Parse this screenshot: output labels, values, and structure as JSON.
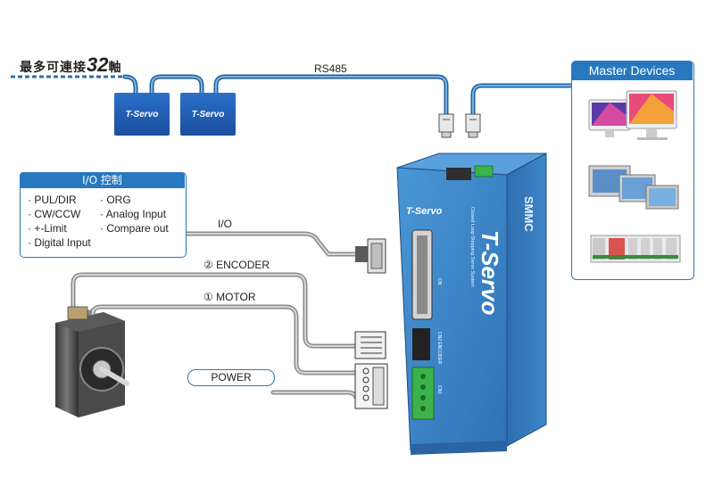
{
  "heading": {
    "prefix": "最多可連接",
    "number": "32",
    "suffix": "軸"
  },
  "bus_label": "RS485",
  "drive_brand": "T-Servo",
  "drive_model": "SMMC",
  "drive_subtitle": "Closed Loop Stepping Servo System",
  "drive_connectors": {
    "cn": "CN",
    "cn2": "CN2 ENCODER",
    "cn1": "CN1"
  },
  "io": {
    "title": "I/O 控制",
    "items_left": [
      "PUL/DIR",
      "CW/CCW",
      "+-Limit",
      "Digital Input"
    ],
    "items_right": [
      "ORG",
      "Analog Input",
      "Compare out"
    ]
  },
  "cables": {
    "io": "I/O",
    "encoder": "② ENCODER",
    "motor": "① MOTOR",
    "power": "POWER"
  },
  "master": {
    "title": "Master Devices",
    "devices": [
      "computer-icon",
      "hmi-touch-panel-icon",
      "plc-icon"
    ]
  },
  "colors": {
    "accent": "#2878c0",
    "drive_blue": "#3a86c8",
    "connector_green": "#3cb34a",
    "cable_gray": "#9a9a9a"
  }
}
